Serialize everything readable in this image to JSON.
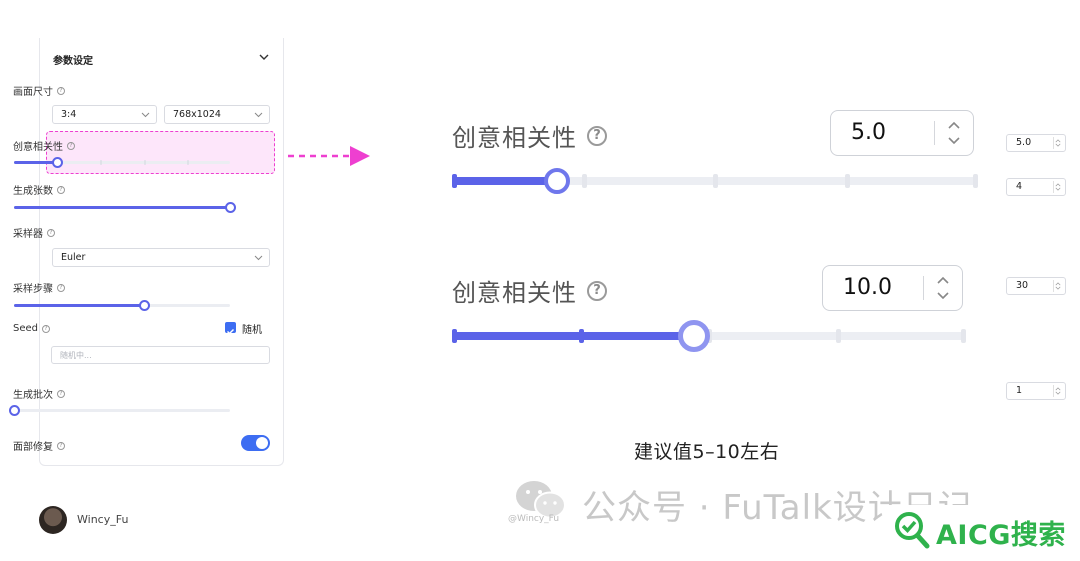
{
  "panel": {
    "title": "参数设定",
    "canvas_size": {
      "label": "画面尺寸",
      "ratio": "3:4",
      "resolution": "768x1024"
    },
    "creativity": {
      "label": "创意相关性",
      "value": "5.0",
      "slider_fraction": 0.2
    },
    "image_count": {
      "label": "生成张数",
      "value": "4",
      "slider_fraction": 1.0
    },
    "sampler": {
      "label": "采样器",
      "value": "Euler"
    },
    "sampling_steps": {
      "label": "采样步骤",
      "value": "30",
      "slider_fraction": 0.6
    },
    "seed": {
      "label": "Seed",
      "random_label": "随机",
      "random_checked": true,
      "placeholder": "随机中..."
    },
    "batch": {
      "label": "生成批次",
      "value": "1",
      "slider_fraction": 0.0
    },
    "face_restore": {
      "label": "面部修复",
      "enabled": true
    }
  },
  "author": {
    "name": "Wincy_Fu"
  },
  "demo": {
    "row1": {
      "label": "创意相关性",
      "value": "5.0",
      "slider_fraction": 0.2
    },
    "row2": {
      "label": "创意相关性",
      "value": "10.0",
      "slider_fraction": 0.47
    },
    "suggestion": "建议值5–10左右"
  },
  "watermark": {
    "handle": "@Wincy_Fu",
    "text": "公众号 · FuTalk设计日记",
    "badge": "AICG搜索"
  },
  "colors": {
    "accent": "#5b63e8",
    "highlight_border": "#ee3fd0",
    "toggle": "#3d6df2",
    "badge_green": "#2fb24c"
  }
}
